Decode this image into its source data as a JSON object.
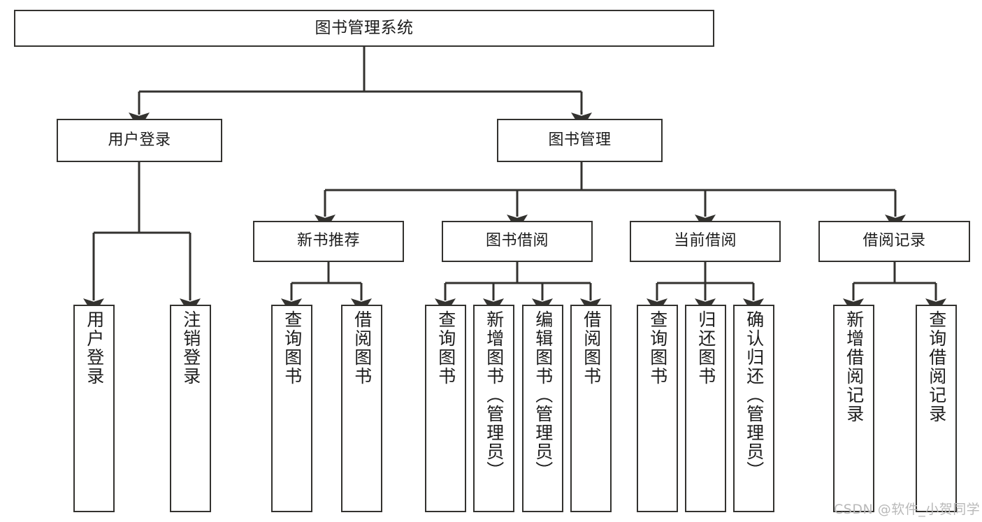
{
  "diagram": {
    "type": "tree",
    "title": "图书管理系统",
    "stroke_color": "#33322f",
    "fill_color": "#ffffff",
    "text_color": "#1c1c1c",
    "nodes": {
      "root": {
        "label": "图书管理系统"
      },
      "l1": [
        {
          "label": "用户登录"
        },
        {
          "label": "图书管理"
        }
      ],
      "l2": [
        {
          "label": "新书推荐"
        },
        {
          "label": "图书借阅"
        },
        {
          "label": "当前借阅"
        },
        {
          "label": "借阅记录"
        }
      ],
      "leaves_user_login": [
        {
          "label": "用户登录"
        },
        {
          "label": "注销登录"
        }
      ],
      "leaves_new_book": [
        {
          "label": "查询图书"
        },
        {
          "label": "借阅图书"
        }
      ],
      "leaves_borrow": [
        {
          "label": "查询图书"
        },
        {
          "label": "新增图书（管理员）"
        },
        {
          "label": "编辑图书（管理员）"
        },
        {
          "label": "借阅图书"
        }
      ],
      "leaves_current": [
        {
          "label": "查询图书"
        },
        {
          "label": "归还图书"
        },
        {
          "label": "确认归还（管理员）"
        }
      ],
      "leaves_record": [
        {
          "label": "新增借阅记录"
        },
        {
          "label": "查询借阅记录"
        }
      ]
    }
  },
  "watermark": {
    "text": "CSDN @软件_小贺同学"
  }
}
